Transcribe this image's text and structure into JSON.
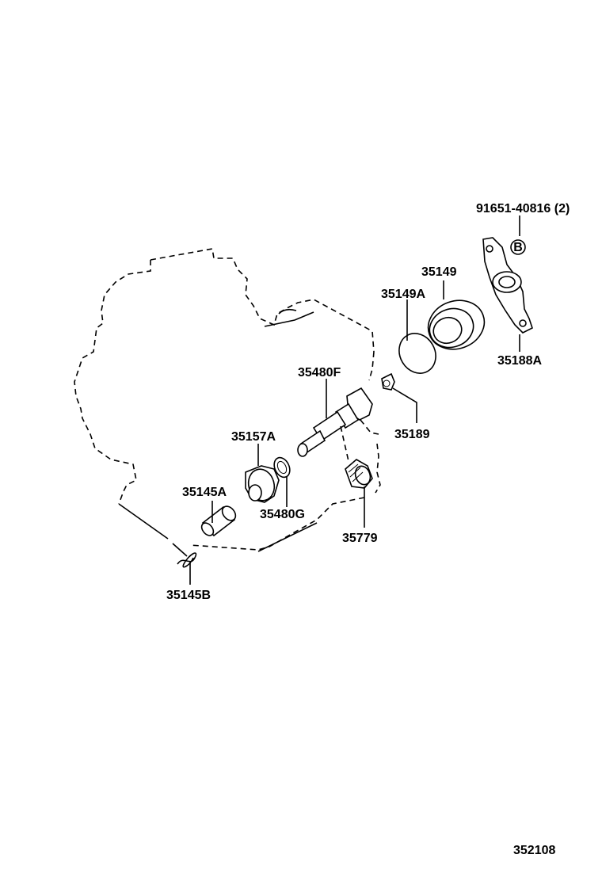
{
  "labels": {
    "bolt_ref": "91651-40816 (2)",
    "circle_b": "B",
    "bracket": "35188A",
    "seal": "35149",
    "oring": "35149A",
    "clip": "35189",
    "driven_shaft": "35480F",
    "sleeve": "35157A",
    "oring_small": "35480G",
    "driven_gear": "35779",
    "plunger": "35145A",
    "spring": "35145B",
    "figure_id": "352108"
  }
}
